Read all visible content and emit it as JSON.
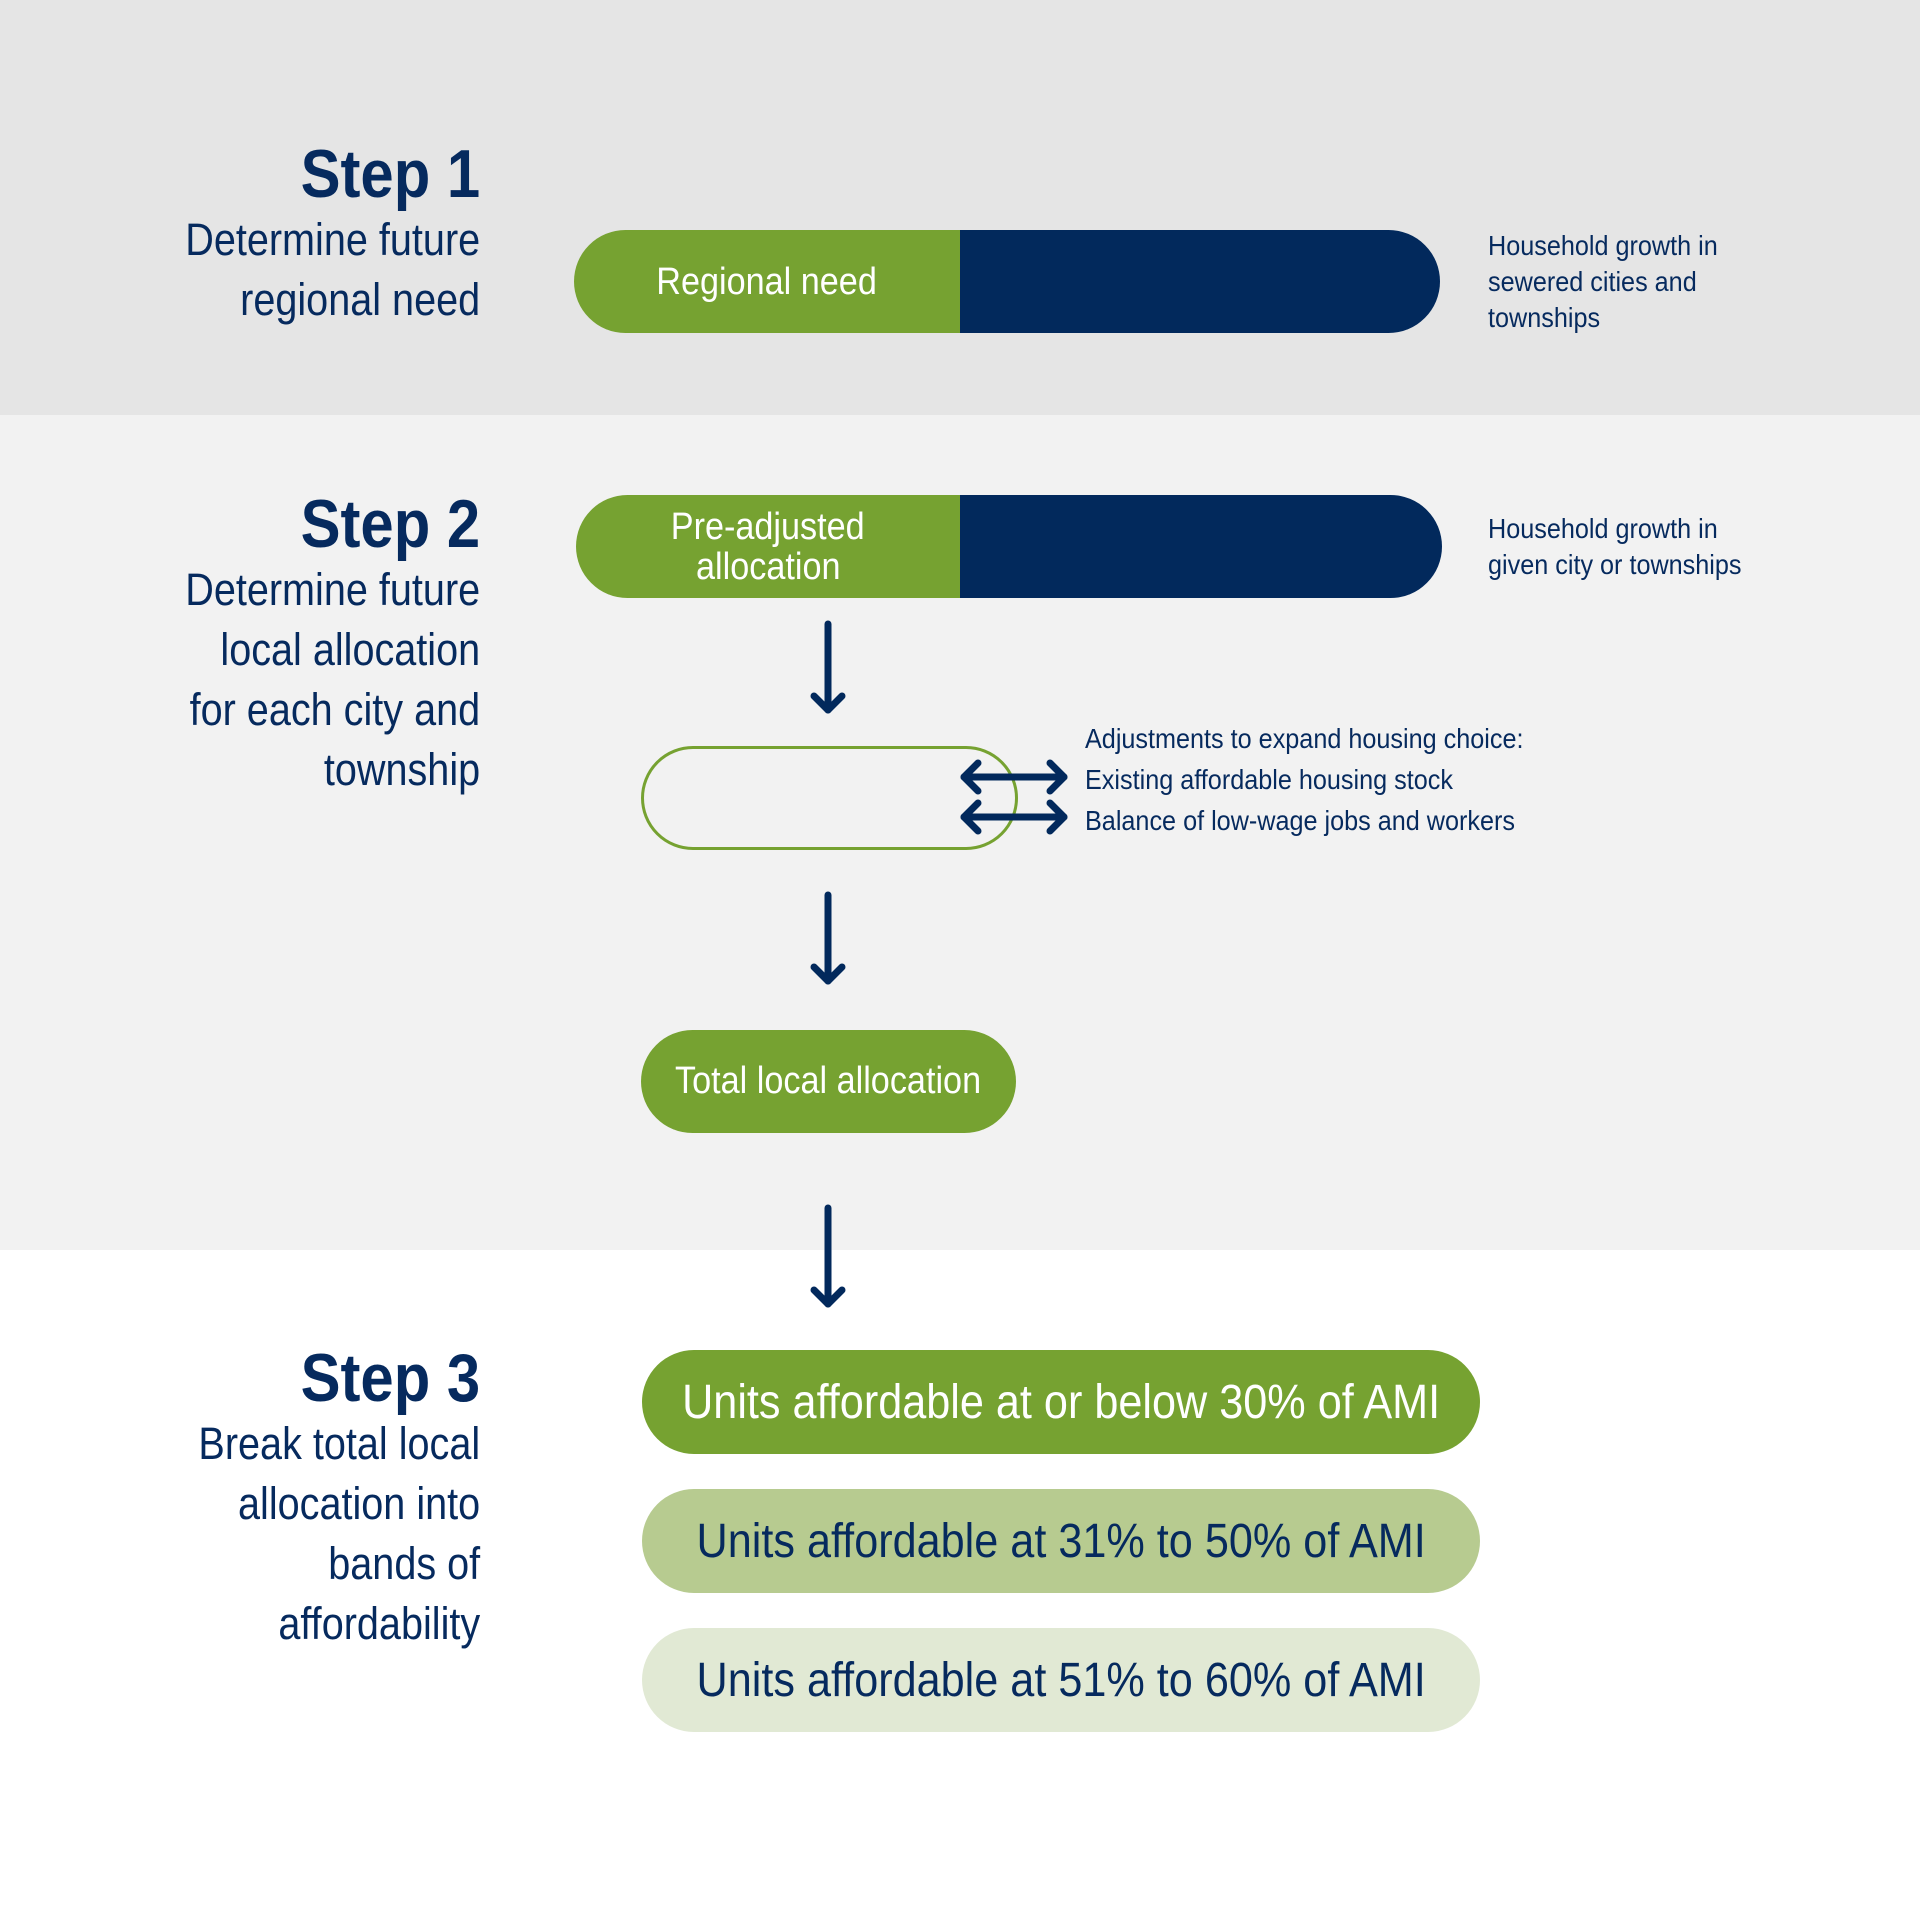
{
  "colors": {
    "navy": "#02295c",
    "green": "#76a231",
    "light_green": "#b7cb90",
    "pale_green": "#e1e9d4",
    "band1_bg": "#e5e5e5",
    "band2_bg": "#f2f2f2"
  },
  "step1": {
    "title": "Step 1",
    "desc": [
      "Determine future",
      "regional need"
    ],
    "bar_label": "Regional need",
    "note": [
      "Household growth in",
      "sewered cities and",
      "townships"
    ]
  },
  "step2": {
    "title": "Step 2",
    "desc": [
      "Determine future",
      "local allocation",
      "for each city and",
      "township"
    ],
    "bar_label": [
      "Pre-adjusted",
      "allocation"
    ],
    "note": [
      "Household growth in",
      "given city or townships"
    ],
    "adjustments": [
      "Adjustments to expand housing choice:",
      "Existing affordable housing stock",
      "Balance of low-wage jobs and workers"
    ],
    "total_label": "Total local allocation"
  },
  "step3": {
    "title": "Step 3",
    "desc": [
      "Break total local",
      "allocation into",
      "bands of",
      "affordability"
    ],
    "bands": [
      "Units affordable at or below 30% of AMI",
      "Units affordable at 31% to 50% of AMI",
      "Units affordable at 51% to 60% of AMI"
    ]
  }
}
